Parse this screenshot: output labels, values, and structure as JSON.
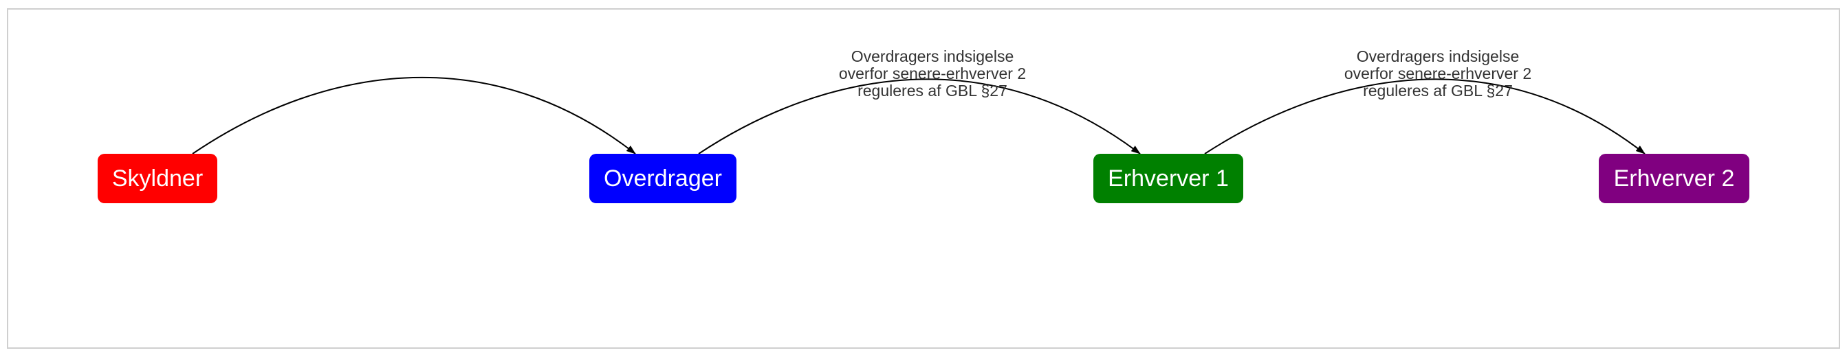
{
  "nodes": [
    {
      "id": "skyldner",
      "label": "Skyldner",
      "color": "#ff0000"
    },
    {
      "id": "overdrager",
      "label": "Overdrager",
      "color": "#0000ff"
    },
    {
      "id": "erhverver1",
      "label": "Erhverver 1",
      "color": "#008000"
    },
    {
      "id": "erhverver2",
      "label": "Erhverver 2",
      "color": "#800080"
    }
  ],
  "edges": [
    {
      "from": "skyldner",
      "to": "overdrager",
      "label_lines": []
    },
    {
      "from": "overdrager",
      "to": "erhverver1",
      "label_lines": [
        "Overdragers indsigelse",
        "overfor senere-erhverver 2",
        "reguleres af GBL §27"
      ]
    },
    {
      "from": "erhverver1",
      "to": "erhverver2",
      "label_lines": [
        "Overdragers indsigelse",
        "overfor senere-erhverver 2",
        "reguleres af GBL §27"
      ]
    }
  ],
  "colors": {
    "edge": "#000000",
    "label_text": "#333333",
    "frame_border": "#cfcfcf"
  }
}
